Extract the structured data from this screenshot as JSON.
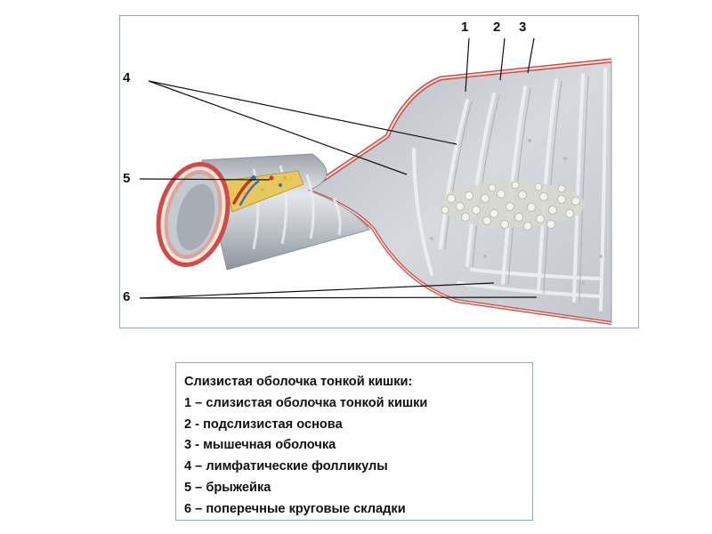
{
  "diagram": {
    "callouts": {
      "c1": "1",
      "c2": "2",
      "c3": "3",
      "c4": "4",
      "c5": "5",
      "c6": "6"
    }
  },
  "legend": {
    "title": "Слизистая оболочка тонкой кишки:",
    "items": [
      "1 – слизистая оболочка тонкой кишки",
      "2 - подслизистая основа",
      "3 - мышечная оболочка",
      "4 – лимфатические фолликулы",
      "5 – брыжейка",
      "6 – поперечные круговые складки"
    ]
  },
  "colors": {
    "frame_border": "#8ea6c8",
    "tissue_gray": "#c9cdd3",
    "muscle_red": "#d24a4a",
    "mesentery_yellow": "#e8c85a"
  }
}
